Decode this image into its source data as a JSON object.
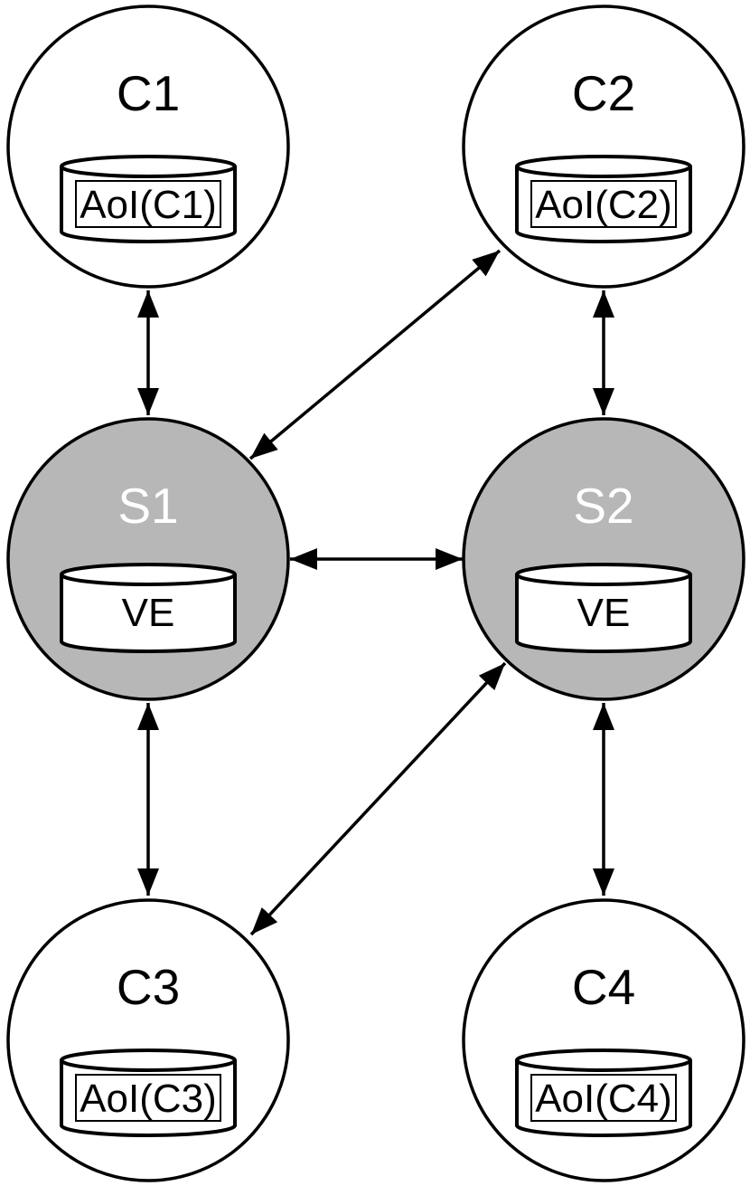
{
  "colors": {
    "client_fill": "#ffffff",
    "server_fill": "#b7b7b7",
    "client_text": "#000000",
    "server_text": "#ffffff",
    "stroke": "#000000"
  },
  "nodes": {
    "c1": {
      "label": "C1",
      "store": "AoI(C1)",
      "role": "client"
    },
    "c2": {
      "label": "C2",
      "store": "AoI(C2)",
      "role": "client"
    },
    "s1": {
      "label": "S1",
      "store": "VE",
      "role": "server"
    },
    "s2": {
      "label": "S2",
      "store": "VE",
      "role": "server"
    },
    "c3": {
      "label": "C3",
      "store": "AoI(C3)",
      "role": "client"
    },
    "c4": {
      "label": "C4",
      "store": "AoI(C4)",
      "role": "client"
    }
  },
  "edges": [
    {
      "from": "C1",
      "to": "S1",
      "bidirectional": true
    },
    {
      "from": "C2",
      "to": "S2",
      "bidirectional": true
    },
    {
      "from": "S1",
      "to": "S2",
      "bidirectional": true
    },
    {
      "from": "S1",
      "to": "C2",
      "bidirectional": true
    },
    {
      "from": "S2",
      "to": "C3",
      "bidirectional": true
    },
    {
      "from": "S1",
      "to": "C3",
      "bidirectional": true
    },
    {
      "from": "S2",
      "to": "C4",
      "bidirectional": true
    }
  ]
}
